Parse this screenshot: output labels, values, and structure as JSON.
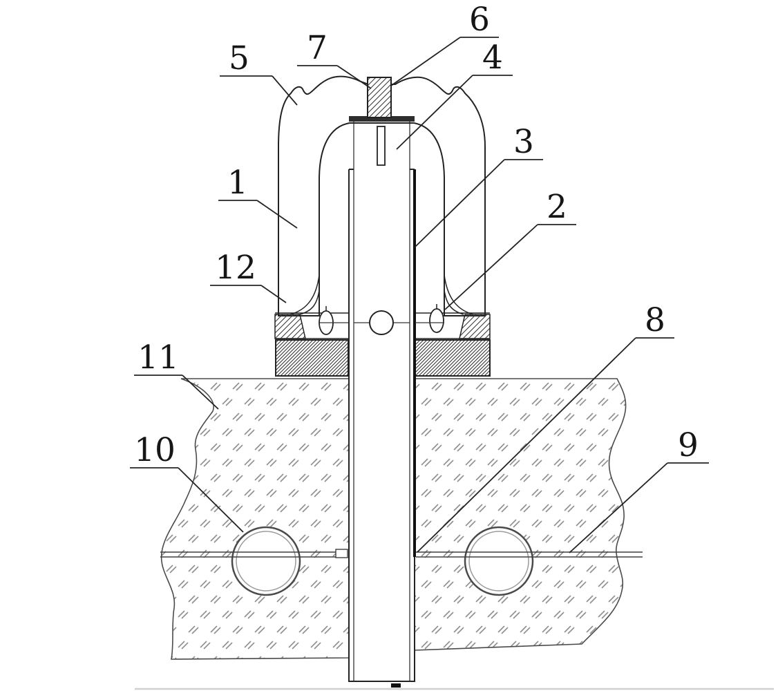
{
  "colors": {
    "background": "#ffffff",
    "line": "#222222",
    "metal_hatch": "#3a3a3a",
    "ground_mark": "#8f8f8f",
    "ground_edge": "#4a4a4a"
  },
  "figure": {
    "type": "patent-sectional-diagram",
    "labels": [
      {
        "id": "1",
        "text": "1"
      },
      {
        "id": "2",
        "text": "2"
      },
      {
        "id": "3",
        "text": "3"
      },
      {
        "id": "4",
        "text": "4"
      },
      {
        "id": "5",
        "text": "5"
      },
      {
        "id": "6",
        "text": "6"
      },
      {
        "id": "7",
        "text": "7"
      },
      {
        "id": "8",
        "text": "8"
      },
      {
        "id": "9",
        "text": "9"
      },
      {
        "id": "10",
        "text": "10"
      },
      {
        "id": "11",
        "text": "11"
      },
      {
        "id": "12",
        "text": "12"
      }
    ]
  }
}
